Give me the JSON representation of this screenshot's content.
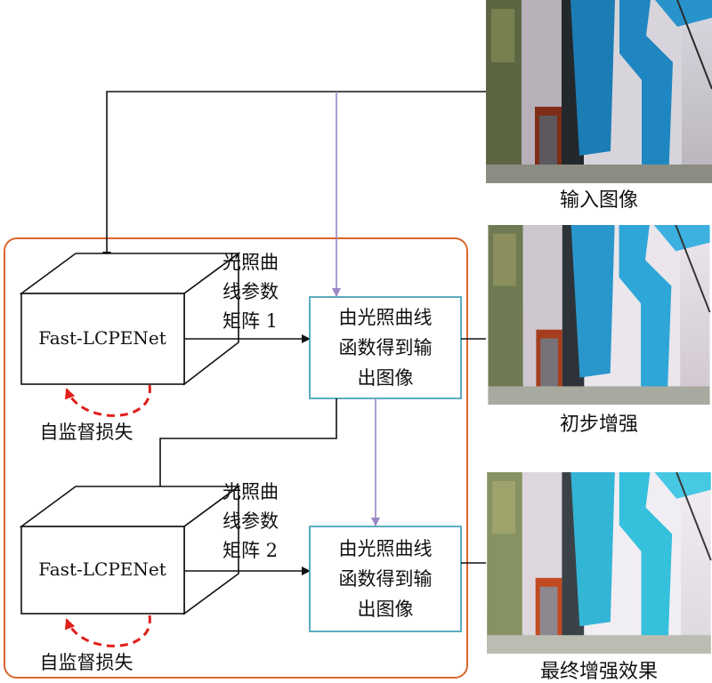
{
  "stages": [
    {
      "network": "Fast-LCPENet",
      "param_label": [
        "光照曲",
        "线参数",
        "矩阵 1"
      ],
      "output_label": [
        "由光照曲线",
        "函数得到输",
        "出图像"
      ],
      "loss_label": "自监督损失"
    },
    {
      "network": "Fast-LCPENet",
      "param_label": [
        "光照曲",
        "线参数",
        "矩阵 2"
      ],
      "output_label": [
        "由光照曲线",
        "函数得到输",
        "出图像"
      ],
      "loss_label": "自监督损失"
    }
  ],
  "images": [
    {
      "caption": "输入图像"
    },
    {
      "caption": "初步增强"
    },
    {
      "caption": "最终增强效果"
    }
  ],
  "colors": {
    "container": "#d9662d",
    "process_box": "#4aa3b8",
    "purple_arrow": "#9b86c4",
    "loss_arrow": "#e0201b",
    "black": "#111111"
  }
}
